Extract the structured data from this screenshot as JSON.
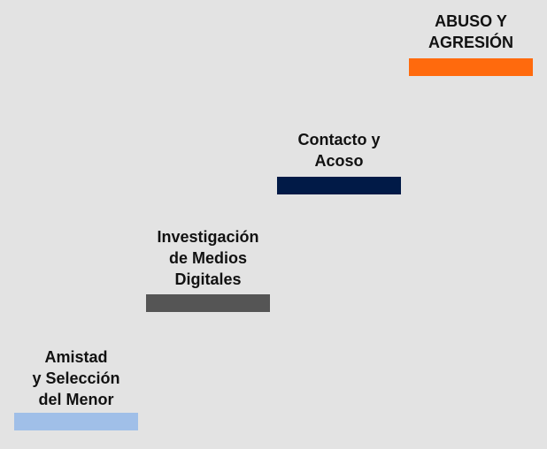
{
  "steps": [
    {
      "lines": [
        "Amistad",
        "y Selección",
        "del Menor"
      ],
      "color": "#a0bfe8"
    },
    {
      "lines": [
        "Investigación",
        "de Medios",
        "Digitales"
      ],
      "color": "#555555"
    },
    {
      "lines": [
        "Contacto y",
        "Acoso"
      ],
      "color": "#011a47"
    },
    {
      "lines": [
        "ABUSO Y",
        "AGRESIÓN"
      ],
      "color": "#ff6a0d"
    }
  ]
}
